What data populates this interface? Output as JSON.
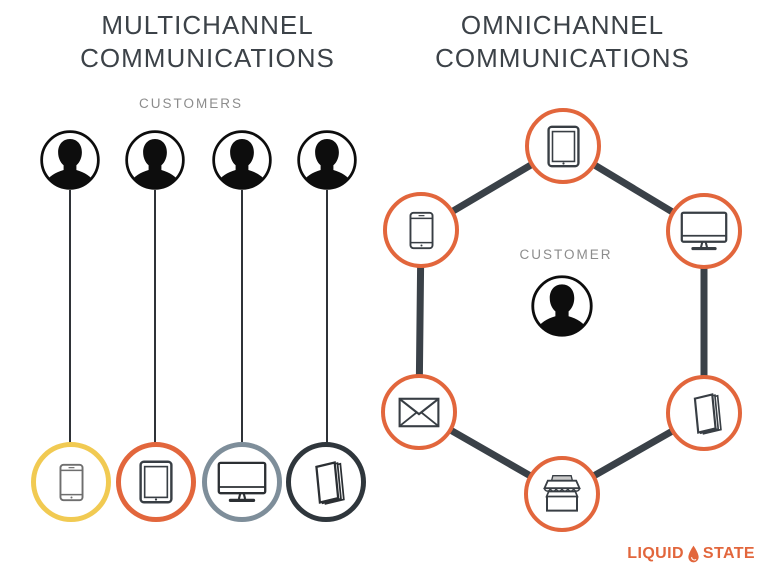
{
  "left_panel": {
    "title_line1": "MULTICHANNEL",
    "title_line2": "COMMUNICATIONS",
    "customers_label": "CUSTOMERS",
    "customer_avatars": 4,
    "channels": [
      {
        "icon": "smartphone-icon",
        "ring_color": "#F1CA52"
      },
      {
        "icon": "tablet-icon",
        "ring_color": "#E2663C"
      },
      {
        "icon": "desktop-monitor-icon",
        "ring_color": "#7E8E9A"
      },
      {
        "icon": "brochure-icon",
        "ring_color": "#2F363C"
      }
    ]
  },
  "right_panel": {
    "title_line1": "OMNICHANNEL",
    "title_line2": "COMMUNICATIONS",
    "customer_label": "CUSTOMER",
    "ring_color": "#E2663C",
    "connector_color": "#3A4148",
    "channels": [
      {
        "icon": "tablet-icon",
        "position": "top"
      },
      {
        "icon": "desktop-monitor-icon",
        "position": "top-right"
      },
      {
        "icon": "brochure-icon",
        "position": "bottom-right"
      },
      {
        "icon": "storefront-icon",
        "position": "bottom"
      },
      {
        "icon": "envelope-icon",
        "position": "bottom-left"
      },
      {
        "icon": "smartphone-icon",
        "position": "top-left"
      }
    ]
  },
  "footer": {
    "logo_text_left": "LIQUID",
    "logo_icon": "droplet-icon",
    "logo_text_right": "STATE",
    "logo_color": "#E2663C"
  },
  "colors": {
    "background": "#FFFFFF",
    "title_text": "#3C4248",
    "label_text": "#8C8C8C",
    "avatar_black": "#0D0D0D",
    "left_connector": "#2F3338"
  }
}
